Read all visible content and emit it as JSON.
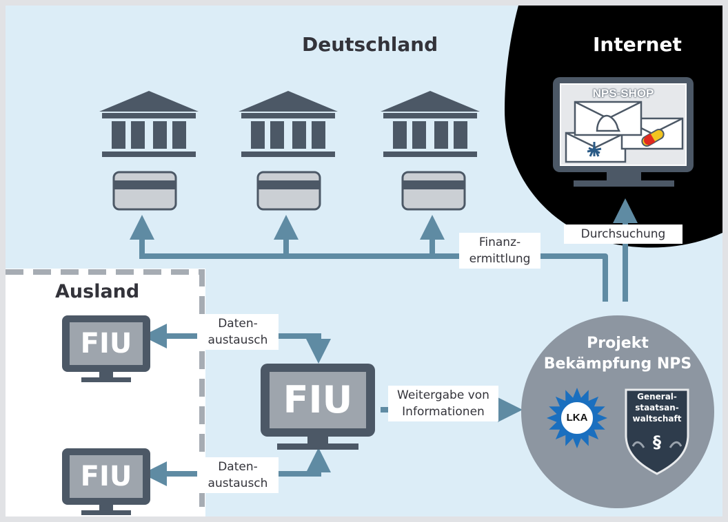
{
  "region_labels": {
    "deutschland": "Deutschland",
    "internet": "Internet",
    "ausland": "Ausland"
  },
  "shop_label": "NPS-SHOP",
  "fiu_label": "FIU",
  "edge_labels": {
    "finanz_line1": "Finanz-",
    "finanz_line2": "ermittlung",
    "durchsuchung": "Durchsuchung",
    "daten_line1": "Daten-",
    "daten_line2": "austausch",
    "weitergabe_line1": "Weitergabe von",
    "weitergabe_line2": "Informationen"
  },
  "project": {
    "title_line1": "Projekt",
    "title_line2": "Bekämpfung NPS",
    "lka_label": "LKA",
    "gsta_line1": "General-",
    "gsta_line2": "staatsan-",
    "gsta_line3": "waltschaft",
    "paragraph_symbol": "§"
  },
  "colors": {
    "background": "#e1e2e5",
    "germany_area": "#dcedf7",
    "internet_area": "#000000",
    "arrow": "#5f8ba3",
    "device": "#4c5866",
    "project_circle": "#8d96a1",
    "police_blue": "#1a6fbf"
  }
}
